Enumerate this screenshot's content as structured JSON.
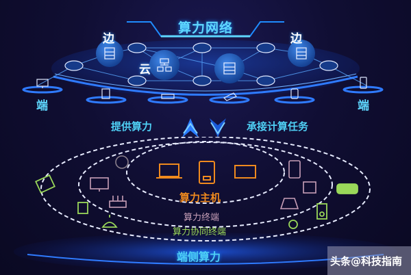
{
  "diagram": {
    "title": "算力网络",
    "top_network": {
      "edge_label_left": "边",
      "edge_label_right": "边",
      "cloud_label": "云",
      "end_label_left": "端",
      "end_label_right": "端",
      "node_icons": [
        "router-icon",
        "server-icon",
        "network-icon",
        "server-icon",
        "server-icon"
      ],
      "end_device_icons": [
        "monitor-icon",
        "tablet-icon",
        "keyboard-icon",
        "camera-icon",
        "watch-icon",
        "phone-icon"
      ]
    },
    "arrows": {
      "left_label": "提供算力",
      "right_label": "承接计算任务"
    },
    "bottom_rings": {
      "inner_label": "算力主机",
      "middle_label": "算力终端",
      "outer_label": "算力协同终端",
      "base_label": "端侧算力"
    },
    "watermark": "头条@科技指南",
    "colors": {
      "background": "#0d0b2a",
      "accent_cyan": "#5fd8ff",
      "platform_blue": "#1e5cff",
      "orange": "#f08a1e",
      "pink": "#c8a0b8",
      "green": "#9ad85a"
    }
  }
}
